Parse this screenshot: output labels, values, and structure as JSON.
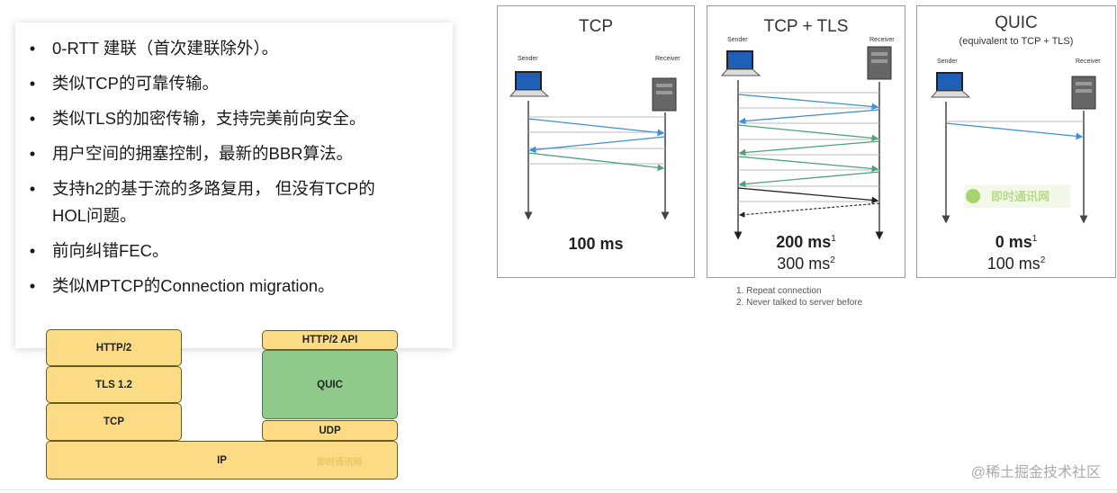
{
  "bullets": [
    "0-RTT 建联（首次建联除外）。",
    "类似TCP的可靠传输。",
    "类似TLS的加密传输，支持完美前向安全。",
    "用户空间的拥塞控制，最新的BBR算法。",
    "支持h2的基于流的多路复用， 但没有TCP的",
    "前向纠错FEC。",
    "类似MPTCP的Connection migration。"
  ],
  "bullet_continuation": "HOL问题。",
  "bullet_symbol": "•",
  "stack": {
    "http2": "HTTP/2",
    "tls": "TLS 1.2",
    "tcp": "TCP",
    "http2api": "HTTP/2 API",
    "quic": "QUIC",
    "udp": "UDP",
    "ip": "IP",
    "watermark": "即时通讯网"
  },
  "panels": [
    {
      "title": "TCP",
      "subtitle": "",
      "sender": "Sender",
      "receiver": "Receiver",
      "time_primary": "100 ms",
      "sup_primary": "",
      "time_secondary": "",
      "sup_secondary": ""
    },
    {
      "title": "TCP + TLS",
      "subtitle": "",
      "sender": "Sender",
      "receiver": "Receiver",
      "time_primary": "200 ms",
      "sup_primary": "1",
      "time_secondary": "300 ms",
      "sup_secondary": "2"
    },
    {
      "title": "QUIC",
      "subtitle": "(equivalent to TCP + TLS)",
      "sender": "Sender",
      "receiver": "Receiver",
      "time_primary": "0 ms",
      "sup_primary": "1",
      "time_secondary": "100 ms",
      "sup_secondary": "2"
    }
  ],
  "panel_watermark": "即时通讯网",
  "footnotes": [
    "1. Repeat connection",
    "2. Never talked to server before"
  ],
  "corner_watermark": "@稀土掘金技术社区",
  "colors": {
    "blue_arrow": "#3f8fd6",
    "green_arrow": "#4aa37a",
    "dark_arrow": "#222222",
    "stack_yellow": "#fbdc84",
    "stack_green": "#8fca8a"
  }
}
